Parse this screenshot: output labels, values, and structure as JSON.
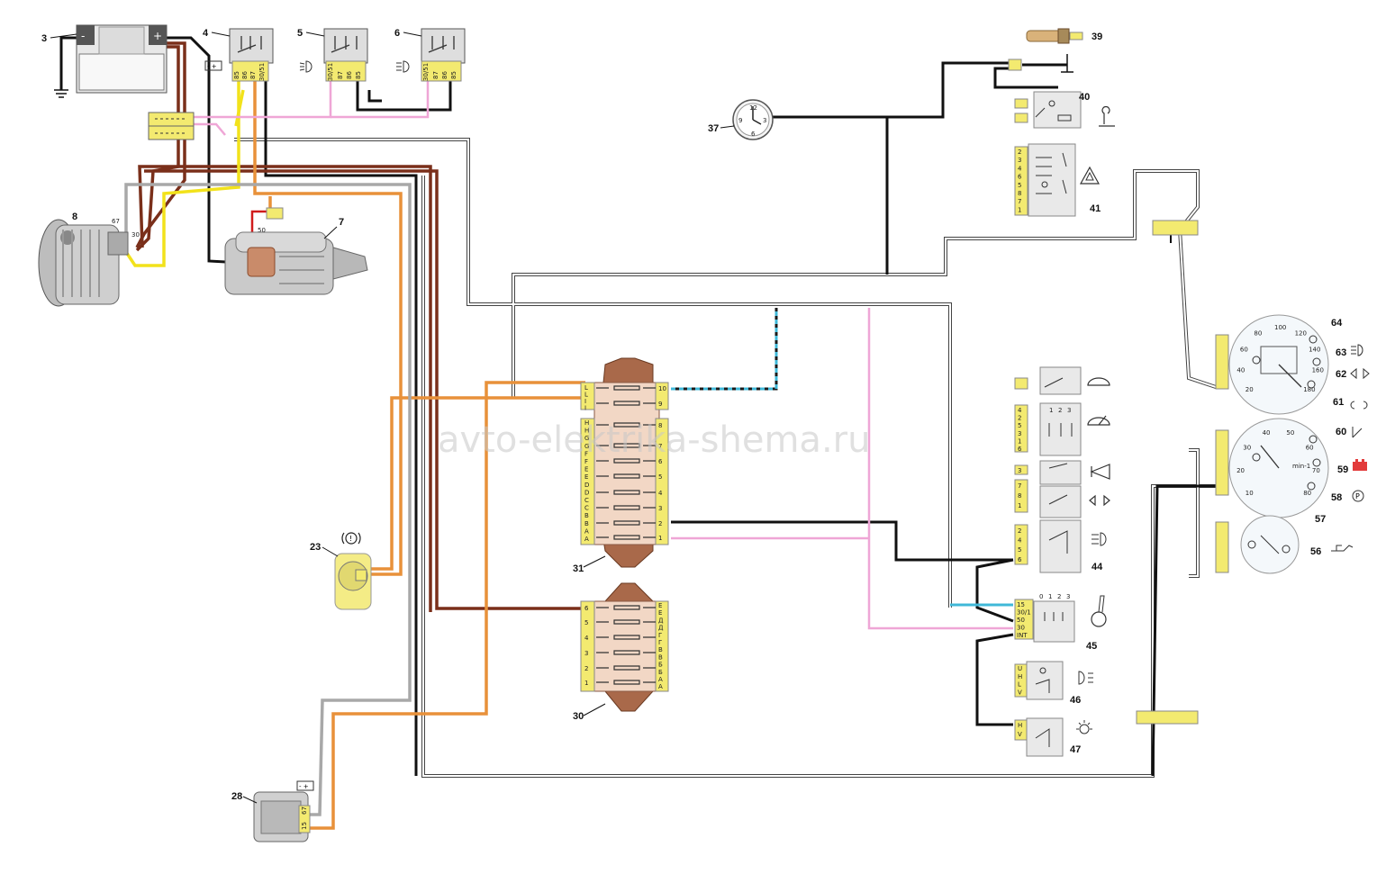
{
  "watermark": "avto-elektrika-shema.ru",
  "components": {
    "battery": "3",
    "relay_start": "4",
    "relay_low_beam": "5",
    "relay_high_beam": "6",
    "starter": "7",
    "alternator": "8",
    "brake_fluid_sensor": "23",
    "voltage_regulator": "28",
    "fuse_block_lower": "30",
    "fuse_block_upper": "31",
    "clock": "37",
    "lighter": "39",
    "lighter_switch": "40",
    "hazard_switch": "41",
    "stalk_switch": "44",
    "ignition_switch": "45",
    "fog_switch": "46",
    "light_switch": "47",
    "oil_lamp": "56",
    "tachometer": "57",
    "parking_brake_lamp": "58",
    "charge_lamp": "59",
    "choke_lamp": "60",
    "side_lights_lamp": "61",
    "turn_lamp": "62",
    "high_beam_lamp": "63",
    "speedometer": "64"
  },
  "relay_pins": {
    "r4": [
      "85",
      "86",
      "87",
      "30/51"
    ],
    "r5": [
      "30/51",
      "87",
      "86",
      "85"
    ],
    "r6": [
      "30/51",
      "87",
      "86",
      "85"
    ]
  },
  "alternator_pins": {
    "p67": "67",
    "p30": "30"
  },
  "starter_pin": "50",
  "fuse31_left": [
    "L",
    "L",
    "I",
    "I",
    "H",
    "H",
    "G",
    "G",
    "F",
    "F",
    "E",
    "E",
    "D",
    "D",
    "C",
    "C",
    "B",
    "B",
    "A",
    "A"
  ],
  "fuse31_right": [
    "10",
    "9",
    "8",
    "7",
    "6",
    "5",
    "4",
    "3",
    "2",
    "1"
  ],
  "fuse30_left": [
    "6",
    "5",
    "4",
    "3",
    "2",
    "1"
  ],
  "fuse30_right": [
    "Е",
    "Е",
    "Д",
    "Д",
    "Г",
    "Г",
    "В",
    "В",
    "Б",
    "Б",
    "А",
    "А"
  ],
  "hazard_pins": [
    "2",
    "3",
    "4",
    "6",
    "5",
    "8",
    "7",
    "1"
  ],
  "wiper_pins": [
    "4",
    "2",
    "5",
    "3",
    "1",
    "6"
  ],
  "horn_pins": [
    "3"
  ],
  "turn_pins": [
    "7",
    "8",
    "1"
  ],
  "beam_pins": [
    "2",
    "4",
    "5",
    "6"
  ],
  "switch_positions": [
    "1",
    "2",
    "3"
  ],
  "ignition_positions": [
    "0",
    "1",
    "2",
    "3"
  ],
  "ignition_pins": [
    "15",
    "30/1",
    "50",
    "30",
    "INT"
  ],
  "fog_pins": [
    "U",
    "H",
    "L",
    "V"
  ],
  "light_pins": [
    "H",
    "V"
  ],
  "regulator_pins": {
    "p15": "15",
    "p67": "67"
  },
  "speedo_ticks": [
    "20",
    "40",
    "60",
    "80",
    "100",
    "120",
    "140",
    "160",
    "180"
  ],
  "tacho_ticks": [
    "10",
    "20",
    "30",
    "40",
    "50",
    "60",
    "70",
    "80"
  ],
  "tacho_unit": "min-1",
  "clock_marks": [
    "12",
    "3",
    "6",
    "9"
  ]
}
